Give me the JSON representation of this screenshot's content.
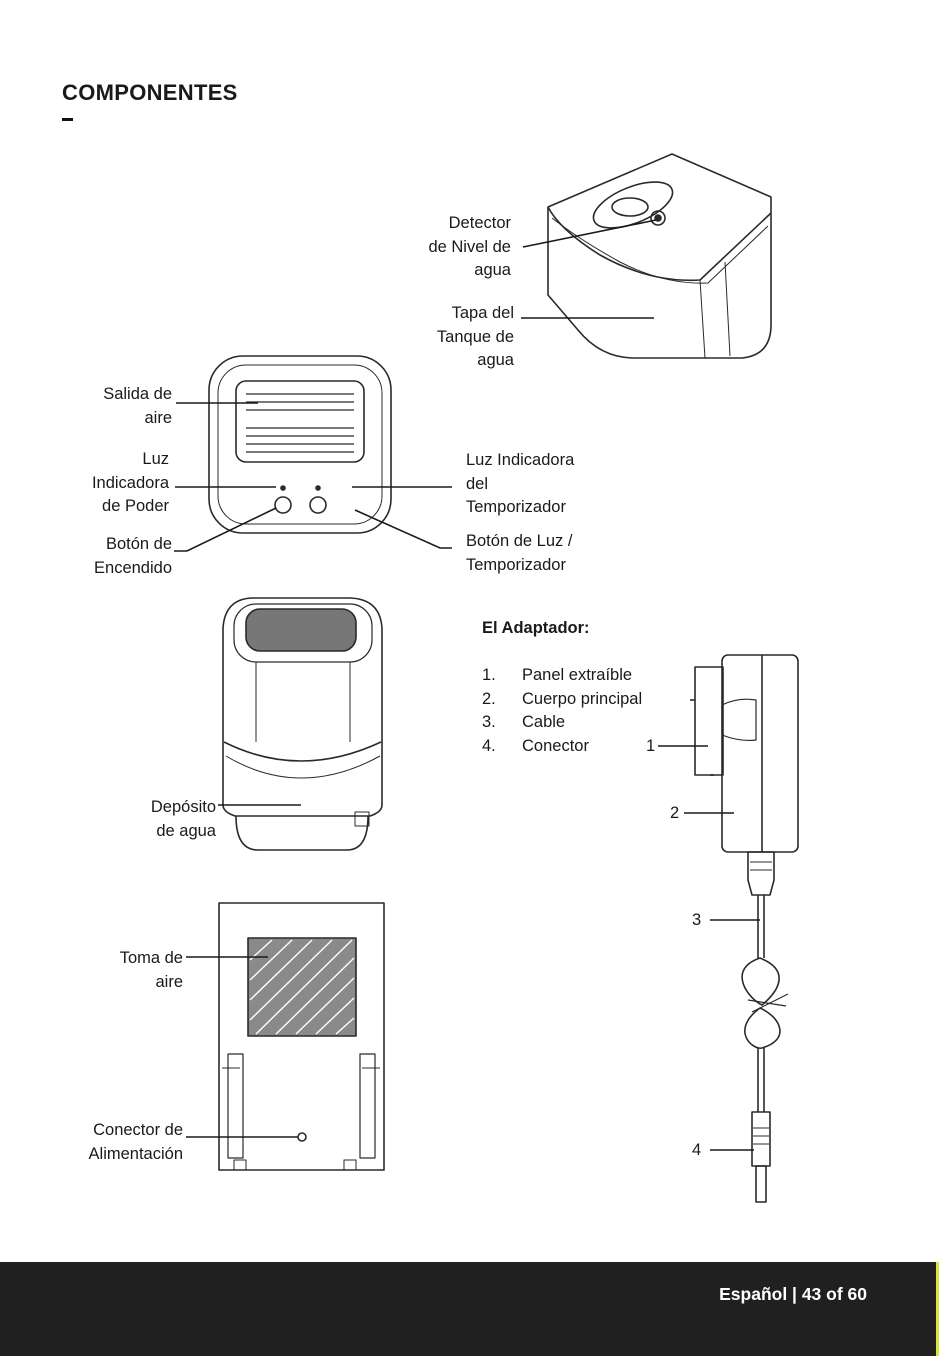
{
  "title": "COMPONENTES",
  "labels": {
    "water_level_detector": "Detector\nde Nivel de\nagua",
    "tank_lid": "Tapa del\nTanque de\nagua",
    "air_outlet": "Salida de\naire",
    "power_indicator": "Luz\nIndicadora\nde Poder",
    "timer_indicator": "Luz Indicadora\ndel\nTemporizador",
    "power_button": "Botón de\nEncendido",
    "light_timer_button": "Botón de Luz /\nTemporizador",
    "water_tank": "Depósito\nde agua",
    "air_intake": "Toma de\naire",
    "power_connector": "Conector de\nAlimentación"
  },
  "adapter": {
    "heading": "El Adaptador:",
    "items": [
      {
        "num": "1.",
        "label": "Panel extraíble"
      },
      {
        "num": "2.",
        "label": "Cuerpo principal"
      },
      {
        "num": "3.",
        "label": "Cable"
      },
      {
        "num": "4.",
        "label": "Conector"
      }
    ],
    "callouts": [
      "1",
      "2",
      "3",
      "4"
    ]
  },
  "footer": {
    "text": "Español | 43 of 60"
  },
  "colors": {
    "footer_bg": "#202020",
    "accent": "#d7e637"
  }
}
